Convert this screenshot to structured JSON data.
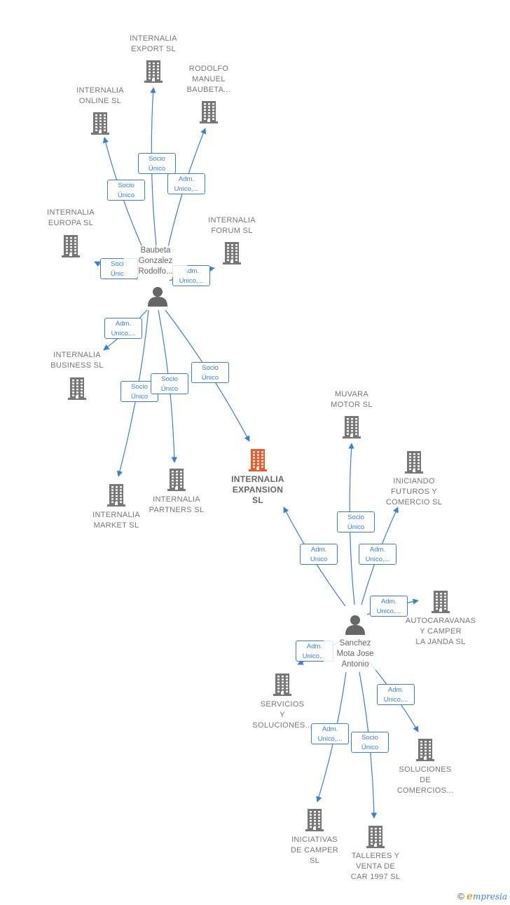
{
  "colors": {
    "edge": "#3a7fd5",
    "building": "#777777",
    "focus_building": "#f05a28",
    "person": "#666666"
  },
  "companies": [
    {
      "id": "export",
      "label": "INTERNALIA\nEXPORT  SL"
    },
    {
      "id": "rodolfo",
      "label": "RODOLFO\nMANUEL\nBAUBETA..."
    },
    {
      "id": "online",
      "label": "INTERNALIA\nONLINE  SL"
    },
    {
      "id": "europa",
      "label": "INTERNALIA\nEUROPA  SL"
    },
    {
      "id": "forum",
      "label": "INTERNALIA\nFORUM  SL"
    },
    {
      "id": "business",
      "label": "INTERNALIA\nBUSINESS  SL"
    },
    {
      "id": "market",
      "label": "INTERNALIA\nMARKET  SL"
    },
    {
      "id": "partners",
      "label": "INTERNALIA\nPARTNERS  SL"
    },
    {
      "id": "expansion",
      "label": "INTERNALIA\nEXPANSION\nSL",
      "focus": true
    },
    {
      "id": "muvara",
      "label": "MUVARA\nMOTOR SL"
    },
    {
      "id": "iniciando",
      "label": "INICIANDO\nFUTUROS Y\nCOMERCIO  SL"
    },
    {
      "id": "autocaravanas",
      "label": "AUTOCARAVANAS\nY CAMPER\nLA JANDA  SL"
    },
    {
      "id": "servicios",
      "label": "SERVICIOS\nY\nSOLUCIONES..."
    },
    {
      "id": "soluciones",
      "label": "SOLUCIONES\nDE\nCOMERCIOS..."
    },
    {
      "id": "iniciativas",
      "label": "INICIATIVAS\nDE CAMPER\nSL"
    },
    {
      "id": "talleres",
      "label": "TALLERES Y\nVENTA DE\nCAR 1997  SL"
    }
  ],
  "people": [
    {
      "id": "baubeta",
      "label": "Baubeta\nGonzalez\nRodolfo..."
    },
    {
      "id": "sanchez",
      "label": "Sanchez\nMota Jose\nAntonio"
    }
  ],
  "edges": [
    {
      "from": "baubeta",
      "to": "export",
      "label": "Socio\nÚnico"
    },
    {
      "from": "baubeta",
      "to": "rodolfo",
      "label": "Adm.\nUnico,..."
    },
    {
      "from": "baubeta",
      "to": "online",
      "label": "Socio\nÚnico"
    },
    {
      "from": "baubeta",
      "to": "europa",
      "label": "Socio\nÚnico"
    },
    {
      "from": "baubeta",
      "to": "forum",
      "label": "Adm.\nUnico,..."
    },
    {
      "from": "baubeta",
      "to": "business",
      "label": "Adm.\nUnico,..."
    },
    {
      "from": "baubeta",
      "to": "market",
      "label": "Socio\nÚnico"
    },
    {
      "from": "baubeta",
      "to": "partners",
      "label": "Socio\nÚnico"
    },
    {
      "from": "baubeta",
      "to": "expansion",
      "label": "Socio\nÚnico"
    },
    {
      "from": "sanchez",
      "to": "expansion",
      "label": "Adm.\nUnico"
    },
    {
      "from": "sanchez",
      "to": "muvara",
      "label": "Socio\nÚnico"
    },
    {
      "from": "sanchez",
      "to": "iniciando",
      "label": "Adm.\nUnico,..."
    },
    {
      "from": "sanchez",
      "to": "autocaravanas",
      "label": "Adm.\nUnico,..."
    },
    {
      "from": "sanchez",
      "to": "servicios",
      "label": "Adm.\nUnico,..."
    },
    {
      "from": "sanchez",
      "to": "soluciones",
      "label": "Adm.\nUnico,..."
    },
    {
      "from": "sanchez",
      "to": "iniciativas",
      "label": "Adm.\nUnico,..."
    },
    {
      "from": "sanchez",
      "to": "talleres",
      "label": "Socio\nÚnico"
    }
  ],
  "copyright": {
    "symbol": "©",
    "brand_initial": "e",
    "brand_rest": "mpresia"
  }
}
